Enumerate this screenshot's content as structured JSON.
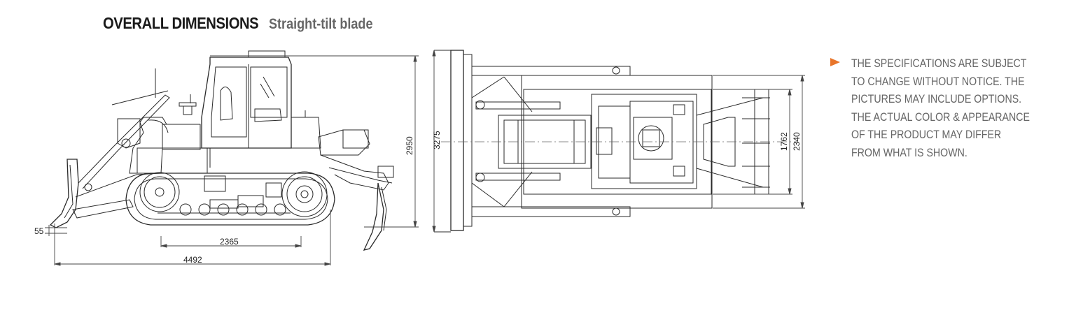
{
  "header": {
    "title": "OVERALL DIMENSIONS",
    "subtitle": "Straight-tilt blade"
  },
  "dimensions": {
    "side_view": {
      "ground_clearance": "55",
      "wheelbase": "2365",
      "overall_length": "4492",
      "height": "2950",
      "blade_width": "3275"
    },
    "top_view": {
      "track_gauge": "1762",
      "overall_width": "2340"
    }
  },
  "notice": {
    "bullet_icon": "orange-triangle-icon",
    "bullet_color": "#e8752a",
    "lines": [
      "THE SPECIFICATIONS ARE SUBJECT",
      "TO CHANGE WITHOUT NOTICE. THE",
      "PICTURES MAY INCLUDE OPTIONS.",
      "THE ACTUAL COLOR & APPEARANCE",
      "OF THE PRODUCT MAY DIFFER",
      "FROM WHAT IS SHOWN."
    ]
  }
}
